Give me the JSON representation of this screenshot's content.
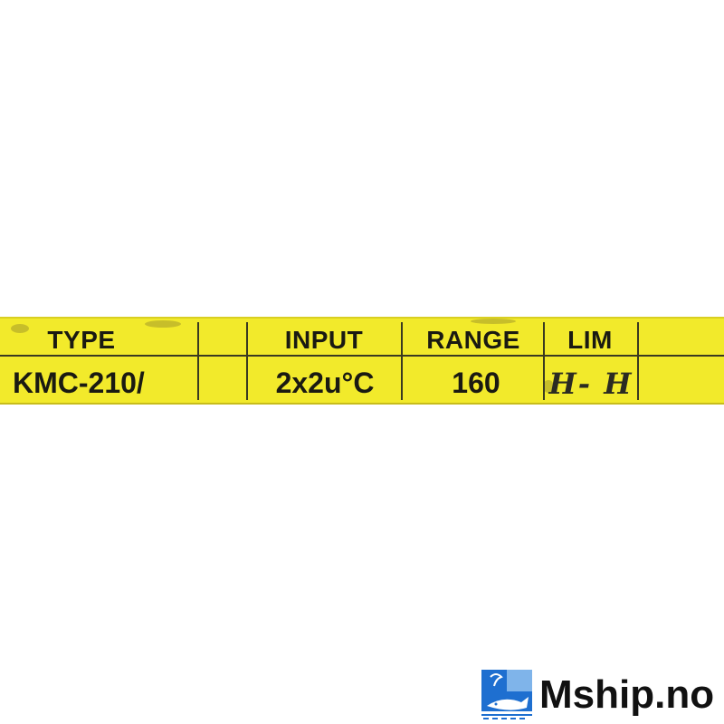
{
  "label": {
    "headers": {
      "type": "TYPE",
      "input": "INPUT",
      "range": "RANGE",
      "lim": "LIM"
    },
    "values": {
      "type": "KMC-210/",
      "input": "2x2u°C",
      "range": "160",
      "lim": "H- H"
    },
    "colors": {
      "label_yellow": "#f2ea2b",
      "ink": "#1a1a12"
    }
  },
  "watermark": {
    "text": "Mship.no",
    "icon": "ship-whale-logo-icon",
    "colors": {
      "blue": "#1e6fd0",
      "light_blue": "#7fb4ea"
    }
  }
}
